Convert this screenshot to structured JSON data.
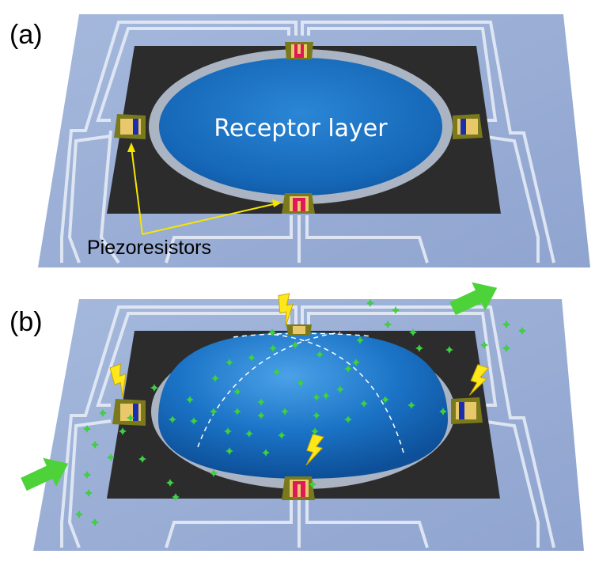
{
  "figure": {
    "panel_a_label": "(a)",
    "panel_b_label": "(b)",
    "receptor_label": "Receptor layer",
    "piezoresistor_label": "Piezoresistors"
  },
  "colors": {
    "substrate": "#9aaed3",
    "substrate_edge": "#8399c4",
    "trace": "#e6ecf6",
    "cavity": "#2c2c2c",
    "rim": "#aab4c2",
    "receptor": "#1a73c4",
    "pad_frame": "#7a7a1c",
    "pad_inner": "#e8c86a",
    "resistor_red": "#e0185a",
    "resistor_blue": "#1a2fb0",
    "molecule": "#39c83c",
    "arrow": "#4ed23a",
    "bolt": "#ffe81a",
    "callout_line": "#f5e600"
  }
}
